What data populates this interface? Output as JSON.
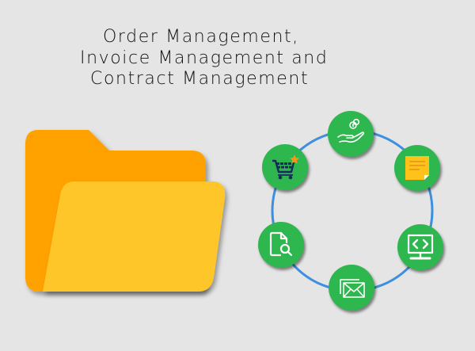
{
  "title": {
    "lines": [
      "Order Management,",
      "Invoice Management and",
      "Contract Management"
    ]
  },
  "colors": {
    "background": "#e5e5e5",
    "folder_back": "#ffa200",
    "folder_front": "#ffc629",
    "node_green": "#2db74e",
    "ring_blue": "#3d8fe0",
    "note_yellow": "#ffc21a",
    "cart_navy": "#1a2a5e",
    "star_orange": "#f7931e"
  },
  "cycle": {
    "nodes": [
      {
        "position": "top",
        "icon": "hand-coins-icon"
      },
      {
        "position": "top-right",
        "icon": "sticky-note-icon"
      },
      {
        "position": "right",
        "icon": "monitor-code-icon"
      },
      {
        "position": "bottom",
        "icon": "envelope-icon"
      },
      {
        "position": "left",
        "icon": "document-search-icon"
      },
      {
        "position": "top-left",
        "icon": "shopping-cart-star-icon"
      }
    ]
  }
}
